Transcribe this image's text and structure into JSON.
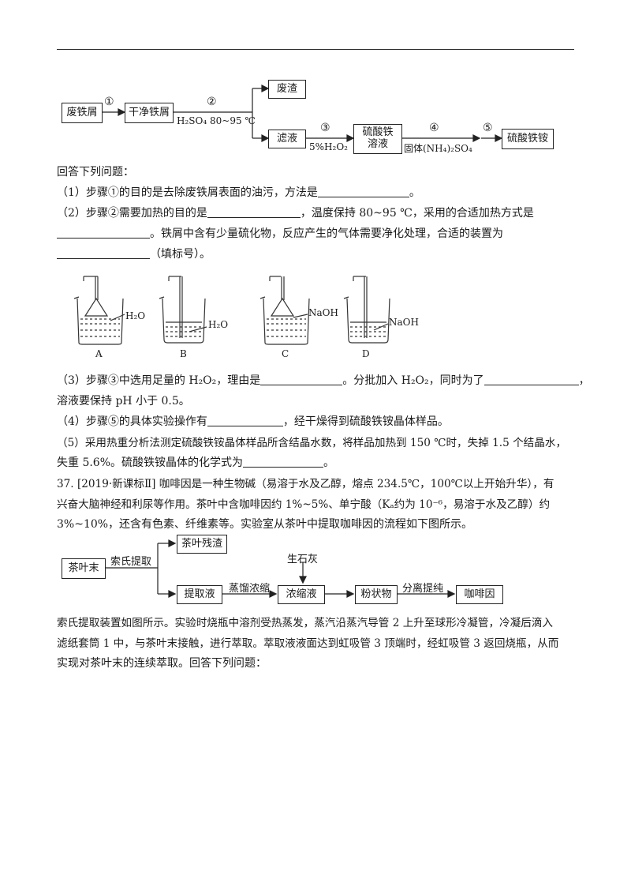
{
  "flow1": {
    "raw": "废铁屑",
    "step1": "①",
    "clean": "干净铁屑",
    "step2": "②",
    "cond_acid": "H₂SO₄",
    "cond_temp": "80~95 ℃",
    "waste": "废渣",
    "filtrate": "滤液",
    "step3": "③",
    "cond3": "5%H₂O₂",
    "sulfate_line1": "硫酸铁",
    "sulfate_line2": "溶液",
    "step4": "④",
    "cond4": "固体(NH₄)₂SO₄",
    "step5": "⑤",
    "product": "硫酸铁铵"
  },
  "q36": {
    "intro": "回答下列问题：",
    "q1": "（1）步骤①的目的是去除废铁屑表面的油污，方法是",
    "q1_end": "。",
    "q2_a": "（2）步骤②需要加热的目的是",
    "q2_b": "，温度保持 80~95 ℃，采用的合适加热方式是",
    "q2_c": "。铁屑中含有少量硫化物，反应产生的气体需要净化处理，合适的装置为",
    "q2_d": "（填标号）。",
    "q3_a": "（3）步骤③中选用足量的 H₂O₂，理由是",
    "q3_b": "。分批加入 H₂O₂，同时为了",
    "q3_c": "，",
    "q3_d": "溶液要保持 pH 小于 0.5。",
    "q4_a": "（4）步骤⑤的具体实验操作有",
    "q4_b": "，经干燥得到硫酸铁铵晶体样品。",
    "q5_a": "（5）采用热重分析法测定硫酸铁铵晶体样品所含结晶水数，将样品加热到 150 ℃时，失掉 1.5 个结晶水，",
    "q5_b": "失重 5.6%。硫酸铁铵晶体的化学式为",
    "q5_c": "。"
  },
  "apparatus": [
    {
      "label": "A",
      "liquid": "H₂O"
    },
    {
      "label": "B",
      "liquid": "H₂O"
    },
    {
      "label": "C",
      "liquid": "NaOH"
    },
    {
      "label": "D",
      "liquid": "NaOH"
    }
  ],
  "q37": {
    "line1": "37. [2019·新课标Ⅱ] 咖啡因是一种生物碱（易溶于水及乙醇，熔点 234.5℃，100℃以上开始升华），有",
    "line2": "兴奋大脑神经和利尿等作用。茶叶中含咖啡因约 1%~5%、单宁酸（Kₐ约为 10⁻⁶，易溶于水及乙醇）约",
    "line3": "3%~10%，还含有色素、纤维素等。实验室从茶叶中提取咖啡因的流程如下图所示。",
    "flow": {
      "tea": "茶叶末",
      "soxhlet": "索氏提取",
      "residue": "茶叶残渣",
      "extract": "提取液",
      "distill": "蒸馏浓缩",
      "lime": "生石灰",
      "concentrate": "浓缩液",
      "powder": "粉状物",
      "separate": "分离提纯",
      "caffeine": "咖啡因"
    },
    "desc1": "索氏提取装置如图所示。实验时烧瓶中溶剂受热蒸发，蒸汽沿蒸汽导管 2 上升至球形冷凝管，冷凝后滴入",
    "desc2": "滤纸套筒 1 中，与茶叶末接触，进行萃取。萃取液液面达到虹吸管 3 顶端时，经虹吸管 3 返回烧瓶，从而",
    "desc3": "实现对茶叶末的连续萃取。回答下列问题："
  }
}
